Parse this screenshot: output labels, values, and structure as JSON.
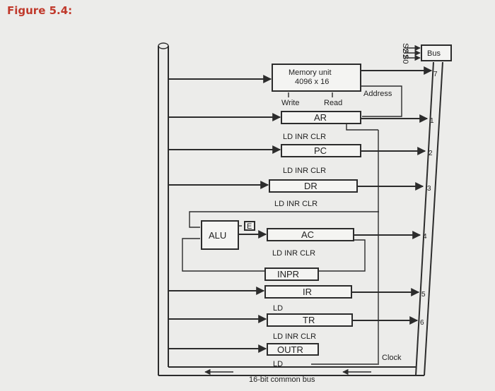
{
  "figure_title": "Figure 5.4:",
  "select_lines": [
    "S2",
    "S1",
    "S0"
  ],
  "bus_label": "Bus",
  "memory": {
    "line1": "Memory unit",
    "line2": "4096 x 16",
    "write": "Write",
    "read": "Read",
    "address": "Address",
    "bus_index": "7"
  },
  "registers": {
    "ar": {
      "name": "AR",
      "controls": "LD INR CLR",
      "bus_index": "1"
    },
    "pc": {
      "name": "PC",
      "controls": "LD INR CLR",
      "bus_index": "2"
    },
    "dr": {
      "name": "DR",
      "controls": "LD INR CLR",
      "bus_index": "3"
    },
    "ac": {
      "name": "AC",
      "controls": "LD INR CLR",
      "bus_index": "4"
    },
    "inpr": {
      "name": "INPR"
    },
    "ir": {
      "name": "IR",
      "controls": "LD",
      "bus_index": "5"
    },
    "tr": {
      "name": "TR",
      "controls": "LD INR CLR",
      "bus_index": "6"
    },
    "outr": {
      "name": "OUTR",
      "controls": "LD"
    }
  },
  "alu_label": "ALU",
  "e_label": "E",
  "clock_label": "Clock",
  "common_bus_label": "16-bit common bus"
}
